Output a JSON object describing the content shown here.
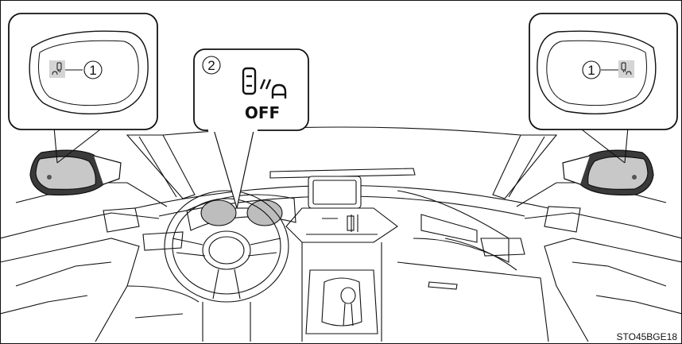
{
  "callouts": {
    "left_mirror_number": "1",
    "right_mirror_number": "1",
    "switch_number": "2"
  },
  "switch_label": "OFF",
  "figure_code": "STO45BGE18",
  "icons": {
    "mirror_indicator": "bsm-indicator-icon",
    "switch": "bsm-main-switch-icon"
  },
  "colors": {
    "line": "#111111",
    "mirror_glass": "#c8c8c8",
    "indicator_highlight": "#d4d4d4",
    "mirror_housing": "#3a3a3a"
  }
}
